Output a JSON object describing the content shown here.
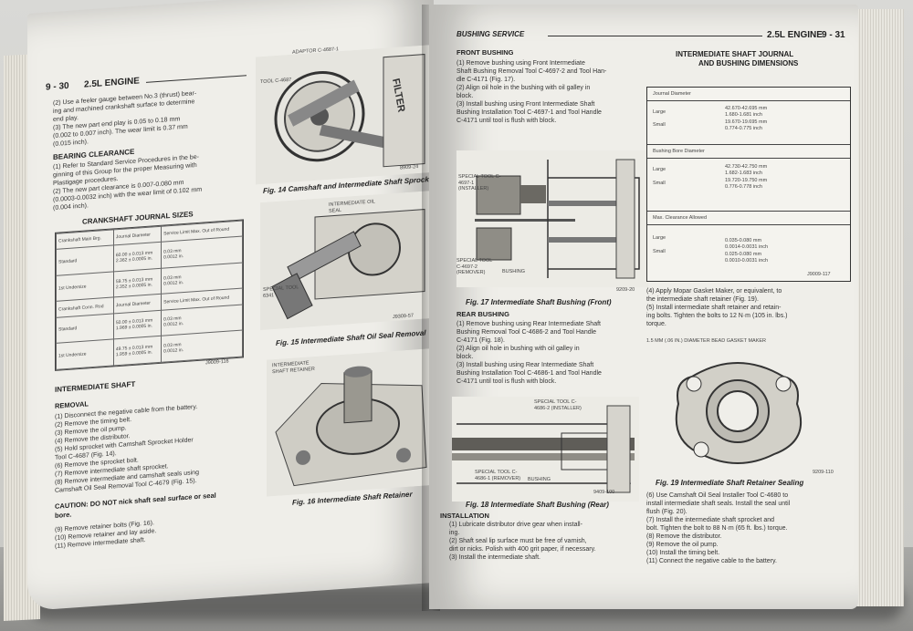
{
  "left": {
    "header_page": "9 - 30",
    "header_title": "2.5L ENGINE",
    "intro": [
      "(2) Use a feeler gauge between No.3 (thrust) bear-",
      "ing and machined crankshaft surface to determine",
      "end play.",
      "(3) The new part end play is 0.05 to 0.18 mm",
      "(0.002 to 0.007 inch). The wear limit is 0.37 mm",
      "(0.015 inch)."
    ],
    "bearing_title": "BEARING CLEARANCE",
    "bearing": [
      "(1) Refer to Standard Service Procedures in the be-",
      "ginning of this Group for the proper Measuring with",
      "Plastigage procedures.",
      "(2) The new part clearance is 0.007-0.080 mm",
      "(0.0003-0.0032 inch) with the wear limit of 0.102 mm",
      "(0.004 inch)."
    ],
    "crank_title": "CRANKSHAFT JOURNAL SIZES",
    "crank_table": {
      "rows": [
        [
          "Crankshaft Main Brg.",
          "Journal Diameter",
          "Service Limit Max. Out of Round"
        ],
        [
          "Standard",
          "60.00 ± 0.013 mm\n2.362 ± 0.0005 in.",
          "0.03 mm\n0.0012 in."
        ],
        [
          "1st Undersize",
          "59.75 ± 0.013 mm\n2.352 ± 0.0005 in.",
          "0.03 mm\n0.0012 in."
        ],
        [
          "Crankshaft Conn. Rod",
          "Journal Diameter",
          "Service Limit Max. Out of Round"
        ],
        [
          "Standard",
          "50.00 ± 0.013 mm\n1.969 ± 0.0005 in.",
          "0.03 mm\n0.0012 in."
        ],
        [
          "1st Undersize",
          "49.75 ± 0.013 mm\n1.959 ± 0.0005 in.",
          "0.03 mm\n0.0012 in."
        ]
      ],
      "ref": "J9009-116"
    },
    "fig14": {
      "caption": "Fig. 14 Camshaft and Intermediate Shaft Sprockets",
      "label_adaptor": "ADAPTOR C-4687-1",
      "label_tool": "TOOL C-4687",
      "label_filter": "FILTER",
      "ref": "8909-24"
    },
    "fig15": {
      "caption": "Fig. 15 Intermediate Shaft Oil Seal Removal",
      "label_seal": "INTERMEDIATE OIL SEAL",
      "label_tool": "SPECIAL TOOL 6341",
      "ref": "J9309-57"
    },
    "fig16": {
      "caption": "Fig. 16 Intermediate Shaft Retainer",
      "label_retainer": "INTERMEDIATE SHAFT RETAINER"
    },
    "shaft_title": "INTERMEDIATE SHAFT",
    "removal_title": "REMOVAL",
    "removal": [
      "(1) Disconnect the negative cable from the battery.",
      "(2) Remove the timing belt.",
      "(3) Remove the oil pump.",
      "(4) Remove the distributor.",
      "(5) Hold sprocket with Camshaft Sprocket Holder",
      "Tool C-4687 (Fig. 14).",
      "(6) Remove the sprocket bolt.",
      "(7) Remove intermediate shaft sprocket.",
      "(8) Remove intermediate and camshaft seals using",
      "Camshaft Oil Seal Removal Tool C-4679 (Fig. 15)."
    ],
    "caution": "CAUTION: DO NOT nick shaft seal surface or seal",
    "caution2": "bore.",
    "removal2": [
      "(9) Remove retainer bolts (Fig. 16).",
      "(10) Remove retainer and lay aside.",
      "(11) Remove intermediate shaft."
    ]
  },
  "right": {
    "header_left": "BUSHING SERVICE",
    "header_title": "2.5L ENGINE",
    "header_page": "9 - 31",
    "front_title": "FRONT BUSHING",
    "front": [
      "(1) Remove bushing using Front Intermediate",
      "Shaft Bushing Removal Tool C-4697-2 and Tool Han-",
      "dle C-4171 (Fig. 17).",
      "(2) Align oil hole in the bushing with oil galley in",
      "block.",
      "(3) Install bushing using Front Intermediate Shaft",
      "Bushing Installation Tool C-4697-1 and Tool Handle",
      "C-4171 until tool is flush with block."
    ],
    "fig17": {
      "caption": "Fig. 17 Intermediate Shaft Bushing (Front)",
      "label_tool1": "SPECIAL TOOL C-4697-1 (INSTALLER)",
      "label_tool2": "SPECIAL TOOL C-4697-2 (REMOVER)",
      "label_bushing": "BUSHING",
      "ref": "9209-20"
    },
    "rear_title": "REAR BUSHING",
    "rear": [
      "(1) Remove bushing using Rear Intermediate Shaft",
      "Bushing Removal Tool C-4686-2 and Tool Handle",
      "C-4171 (Fig. 18).",
      "(2) Align oil hole in bushing with oil galley in",
      "block.",
      "(3) Install bushing using Rear Intermediate Shaft",
      "Bushing Installation Tool C-4686-1 and Tool Handle",
      "C-4171 until tool is flush with block."
    ],
    "fig18": {
      "caption": "Fig. 18 Intermediate Shaft Bushing (Rear)",
      "label_tool2": "SPECIAL TOOL C-4686-2 (INSTALLER)",
      "label_tool1": "SPECIAL TOOL C-4686-1 (REMOVER)",
      "label_bushing": "BUSHING",
      "ref": "9409-100"
    },
    "install_title": "INSTALLATION",
    "install": [
      "(1) Lubricate distributor drive gear when install-",
      "ing.",
      "(2) Shaft seal lip surface must be free of varnish,",
      "dirt or nicks. Polish with 400 grit paper, if necessary.",
      "(3) Install the intermediate shaft."
    ],
    "dims_title1": "INTERMEDIATE SHAFT JOURNAL",
    "dims_title2": "AND BUSHING DIMENSIONS",
    "dims": {
      "journal_h": "Journal Diameter",
      "large": "Large",
      "large_v1": "42.670-42.695 mm",
      "large_v2": "1.680-1.681 inch",
      "small": "Small",
      "small_v1": "19.670-19.695 mm",
      "small_v2": "0.774-0.775 inch",
      "bore_h": "Bushing Bore Diameter",
      "b_large": "Large",
      "b_large_v1": "42.730-42.750 mm",
      "b_large_v2": "1.682-1.683 inch",
      "b_small": "Small",
      "b_small_v1": "19.720-19.750 mm",
      "b_small_v2": "0.776-0.778 inch",
      "clr_h": "Max. Clearance Allowed",
      "c_large": "Large",
      "c_large_v1": "0.035-0.080 mm",
      "c_large_v2": "0.0014-0.0031 inch",
      "c_small": "Small",
      "c_small_v1": "0.025-0.080 mm",
      "c_small_v2": "0.0010-0.0031 inch",
      "ref": "J9009-117"
    },
    "steps_a": [
      "(4) Apply Mopar Gasket Maker, or equivalent, to",
      "the intermediate shaft retainer (Fig. 19).",
      "(5) Install intermediate shaft retainer and retain-",
      "ing bolts. Tighten the bolts to 12 N·m (105 in. lbs.)",
      "torque."
    ],
    "fig19": {
      "label_bead": "1.5 MM (.06 IN.) DIAMETER BEAD GASKET MAKER",
      "caption": "Fig. 19 Intermediate Shaft Retainer Sealing",
      "ref": "9209-110"
    },
    "steps_b": [
      "(6) Use Camshaft Oil Seal Installer Tool C-4680 to",
      "install intermediate shaft seals. Install the seal until",
      "flush (Fig. 20).",
      "(7) Install the intermediate shaft sprocket and",
      "bolt. Tighten the bolt to 88 N·m (65 ft. lbs.) torque.",
      "(8) Remove the distributor.",
      "(9) Remove the oil pump.",
      "(10) Install the timing belt.",
      "(11) Connect the negative cable to the battery."
    ]
  }
}
